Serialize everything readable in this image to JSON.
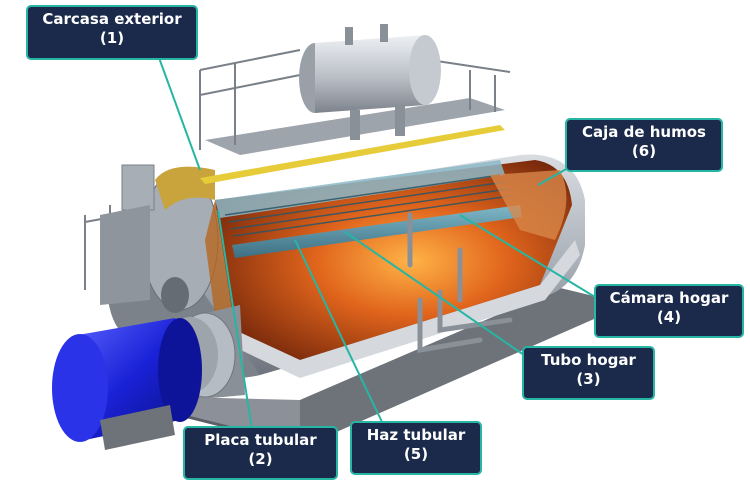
{
  "labels": [
    {
      "id": "carcasa",
      "name": "Carcasa exterior",
      "num": "(1)"
    },
    {
      "id": "placa",
      "name": "Placa tubular",
      "num": "(2)"
    },
    {
      "id": "tubo",
      "name": "Tubo hogar",
      "num": "(3)"
    },
    {
      "id": "camara",
      "name": "Cámara hogar",
      "num": "(4)"
    },
    {
      "id": "haz",
      "name": "Haz tubular",
      "num": "(5)"
    },
    {
      "id": "caja",
      "name": "Caja de humos",
      "num": "(6)"
    }
  ],
  "colors": {
    "callout_bg": "#1b2a4a",
    "callout_border": "#27b5a4",
    "leader": "#27b5a4",
    "burner": "#1a22d8",
    "fire": "#e0641c",
    "shell": "#9aa0a8"
  }
}
